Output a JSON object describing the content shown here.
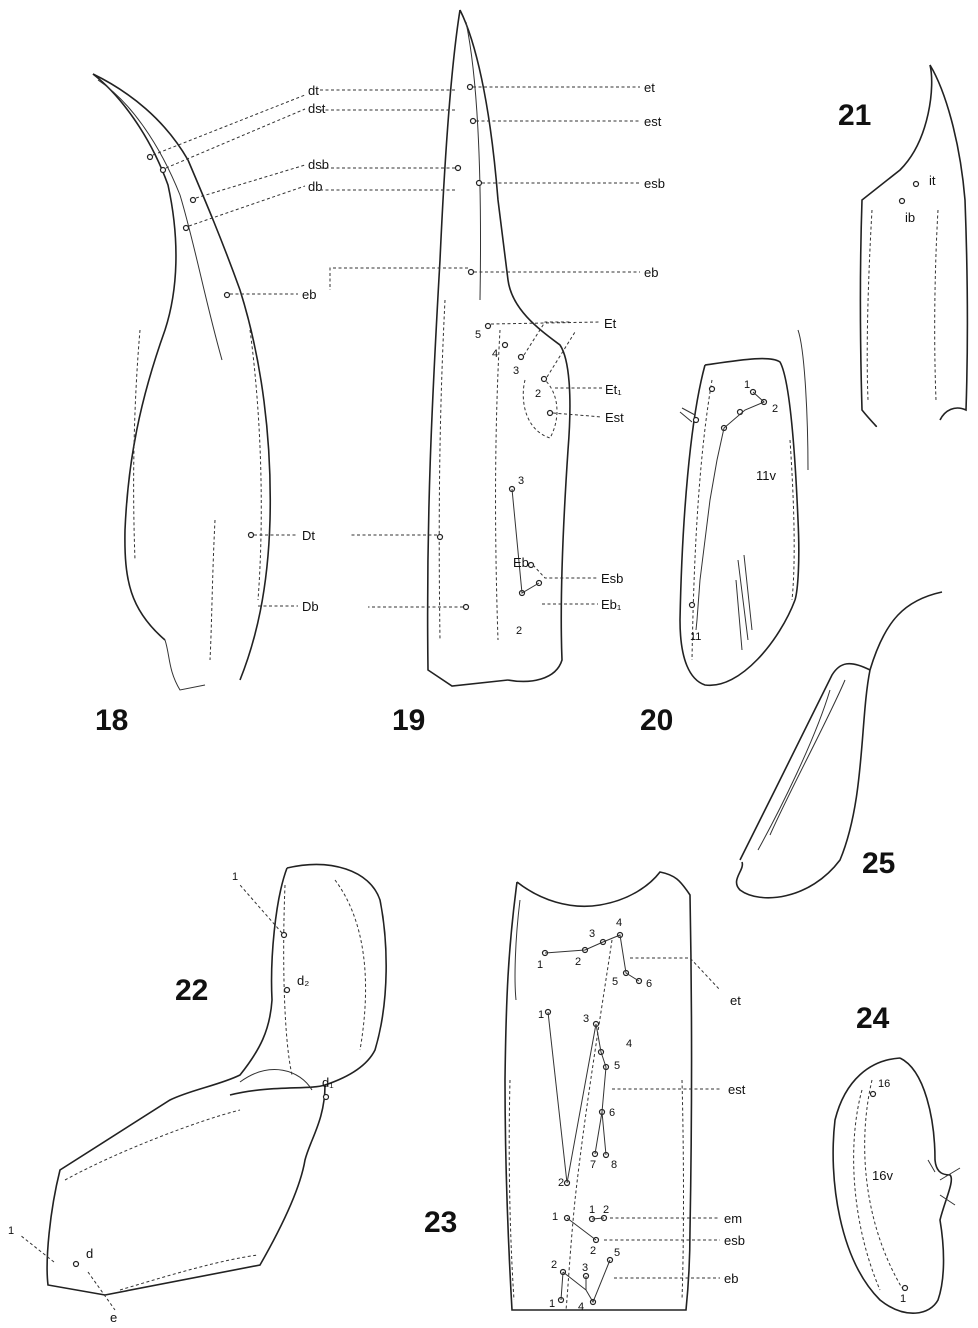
{
  "figures": {
    "f18": "18",
    "f19": "19",
    "f20": "20",
    "f21": "21",
    "f22": "22",
    "f23": "23",
    "f24": "24",
    "f25": "25"
  },
  "fig18": {
    "dt": "dt",
    "dst": "dst",
    "dsb": "dsb",
    "db": "db",
    "eb": "eb",
    "Dt": "Dt",
    "Db": "Db"
  },
  "fig19": {
    "et": "et",
    "est": "est",
    "esb": "esb",
    "eb": "eb",
    "Et": "Et",
    "Et1": "Et₁",
    "Est": "Est",
    "Esb": "Esb",
    "Eb1": "Eb₁",
    "Eb": "Eb",
    "n5": "5",
    "n4": "4",
    "n3": "3",
    "n2": "2",
    "n3b": "3",
    "n2b": "2"
  },
  "fig20": {
    "n1": "1",
    "n2": "2",
    "n11v": "11v",
    "n11": "11"
  },
  "fig21": {
    "it": "it",
    "ib": "ib"
  },
  "fig22": {
    "n1a": "1",
    "d2": "d₂",
    "d1": "d₁",
    "n1b": "1",
    "d": "d",
    "e": "e"
  },
  "fig23": {
    "et": "et",
    "est": "est",
    "em": "em",
    "esb": "esb",
    "eb": "eb",
    "t1": "1",
    "t2": "2",
    "t3": "3",
    "t4": "4",
    "t5": "5",
    "t6": "6",
    "s1": "1",
    "s2": "2",
    "s3": "3",
    "s4": "4",
    "s5": "5",
    "s6": "6",
    "s7": "7",
    "s8": "8",
    "m1": "1",
    "m2": "2",
    "b1": "1",
    "b2": "2",
    "eb1": "1",
    "eb2": "2",
    "eb3": "3",
    "eb4": "4",
    "eb5": "5"
  },
  "fig24": {
    "n16": "16",
    "n16v": "16v",
    "n1": "1"
  }
}
